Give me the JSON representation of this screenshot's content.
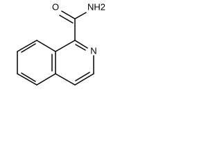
{
  "molecule": {
    "atoms": {
      "oxygen": "O",
      "amide_nitrogen": "NH2",
      "ring_nitrogen": "N"
    }
  }
}
